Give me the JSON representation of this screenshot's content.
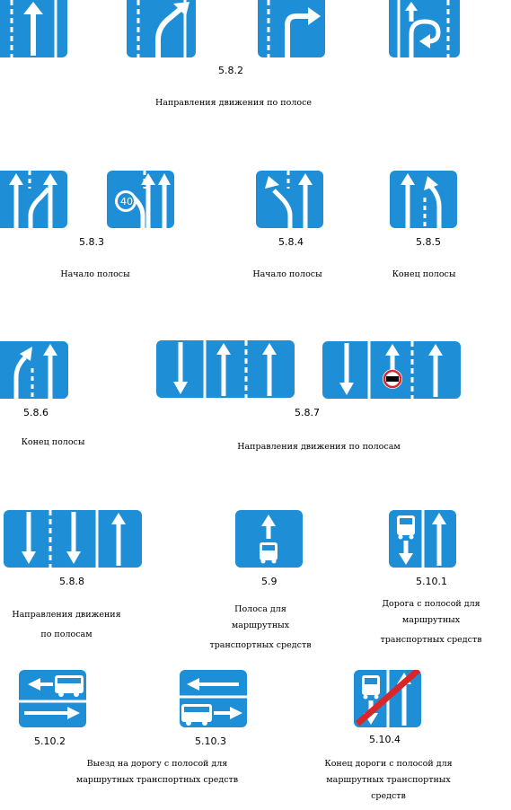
{
  "colors": {
    "sign_blue": "#1e8fd6",
    "marking_white": "#ffffff",
    "red_bar": "#d9262b"
  },
  "labels": {
    "s582": "5.8.2",
    "s583": "5.8.3",
    "s584": "5.8.4",
    "s585": "5.8.5",
    "s586": "5.8.6",
    "s587": "5.8.7",
    "s588": "5.8.8",
    "s59": "5.9",
    "s5101": "5.10.1",
    "s5102": "5.10.2",
    "s5103": "5.10.3",
    "s5104": "5.10.4"
  },
  "captions": {
    "lane_direction": "Направления движения по полосе",
    "lane_start_1": "Начало полосы",
    "lane_start_2": "Начало полосы",
    "lane_end_1": "Конец полосы",
    "lane_end_2": "Конец полосы",
    "lanes_direction_1": "Направления движения по полосам",
    "lanes_direction_2_line1": "Направления движения",
    "lanes_direction_2_line2": "по полосам",
    "bus_lane_line1": "Полоса для",
    "bus_lane_line2": "маршрутных",
    "bus_lane_line3": "транспортных средств",
    "bus_road_line1": "Дорога с полосой для",
    "bus_road_line2": "маршрутных",
    "bus_road_line3": "транспортных средств",
    "exit_line1": "Выезд на дорогу с полосой для",
    "exit_line2": "маршрутных транспортных средств",
    "end_road_line1": "Конец дороги с полосой для",
    "end_road_line2": "маршрутных транспортных",
    "end_road_line3": "средств"
  },
  "speed_limit_badge": "40"
}
